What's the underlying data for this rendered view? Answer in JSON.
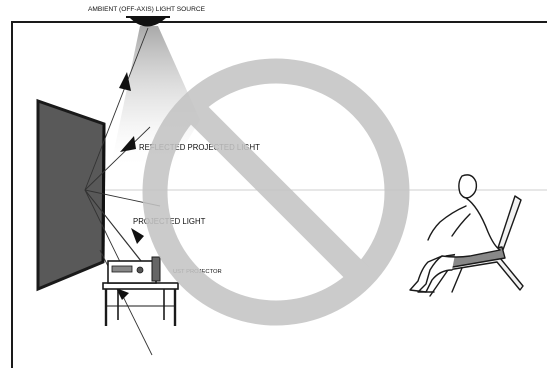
{
  "labels": {
    "ambient_source": "AMBIENT (OFF-AXIS) LIGHT SOURCE",
    "reflected_light": "REFLECTED PROJECTED LIGHT",
    "projected_light": "PROJECTED LIGHT",
    "ust_projector": "UST PROJECTOR"
  },
  "colors": {
    "outline": "#1a1a1a",
    "screen_fill": "#595959",
    "prohibition_sign": "#c4c4c4",
    "light_cone": "#d9d9d9"
  },
  "icons": {
    "overlay": "prohibition-sign",
    "viewer": "seated-person-in-chair"
  }
}
